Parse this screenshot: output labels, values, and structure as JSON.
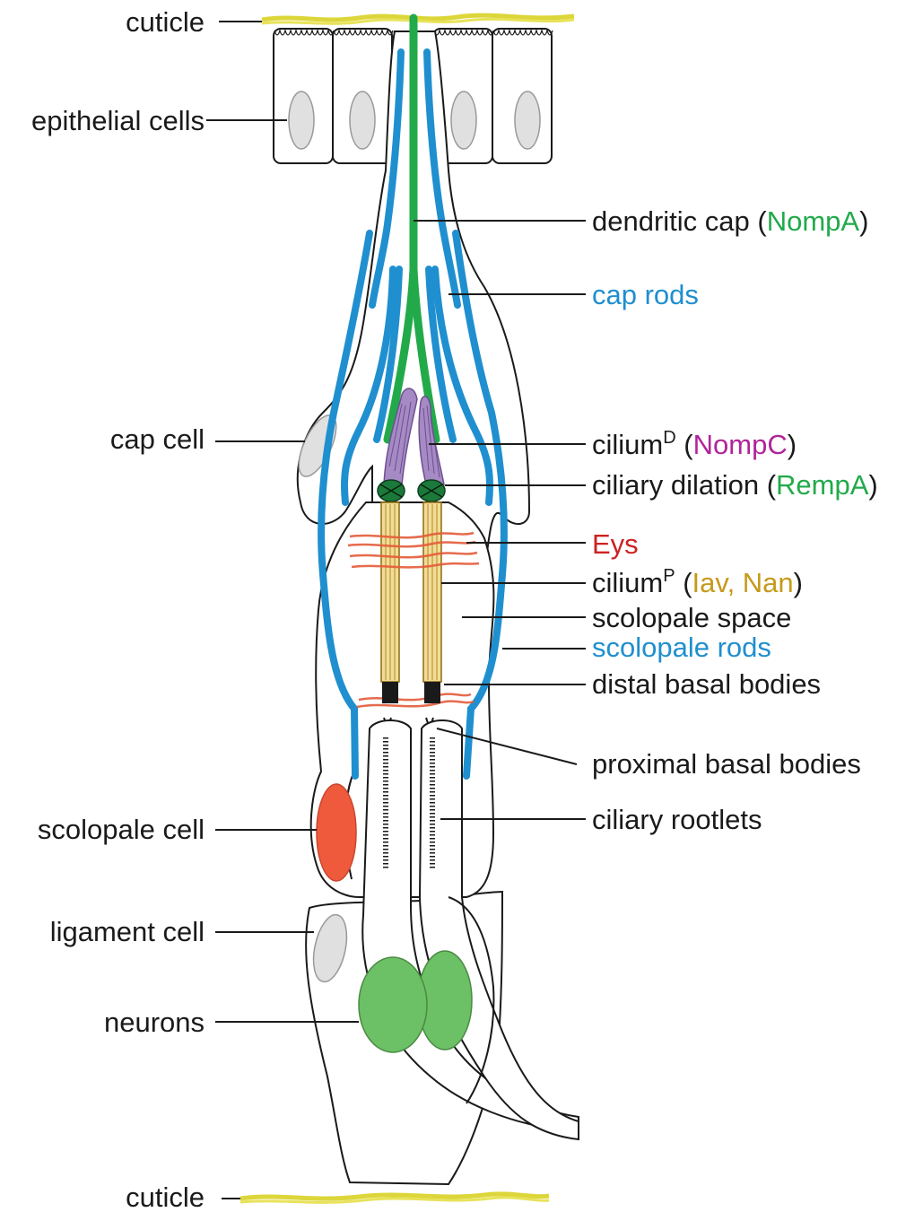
{
  "colors": {
    "cap_rod_blue": "#1f8fcf",
    "nompa_green": "#22aa4a",
    "nompc_magenta": "#b0259a",
    "eys_red": "#cc2222",
    "iav_nan_gold": "#c69a1a",
    "cilium_purple": "#a58ac4",
    "neuron_green": "#6cc065",
    "scolopale_cell_red": "#f05a3c",
    "nucleus_grey": "#e0e0e0",
    "cuticle_yellow": "#dcd63a"
  },
  "labels": {
    "cuticle_top": "cuticle",
    "epithelial_cells": "epithelial cells",
    "cap_cell": "cap cell",
    "scolopale_cell": "scolopale cell",
    "ligament_cell": "ligament cell",
    "neurons": "neurons",
    "cuticle_bottom": "cuticle",
    "dendritic_cap": {
      "text": "dendritic cap (",
      "protein": "NompA",
      "close": ")"
    },
    "cap_rods": "cap rods",
    "cilium_d": {
      "text": "cilium",
      "sup": "D",
      "open": " (",
      "protein": "NompC",
      "close": ")"
    },
    "ciliary_dilation": {
      "text": "ciliary dilation (",
      "protein": "RempA",
      "close": ")"
    },
    "eys": "Eys",
    "cilium_p": {
      "text": "cilium",
      "sup": "P",
      "open": " (",
      "protein": "Iav, Nan",
      "close": ")"
    },
    "scolopale_space": "scolopale space",
    "scolopale_rods": "scolopale rods",
    "distal_basal_bodies": "distal basal bodies",
    "proximal_basal_bodies": "proximal basal bodies",
    "ciliary_rootlets": "ciliary rootlets"
  }
}
